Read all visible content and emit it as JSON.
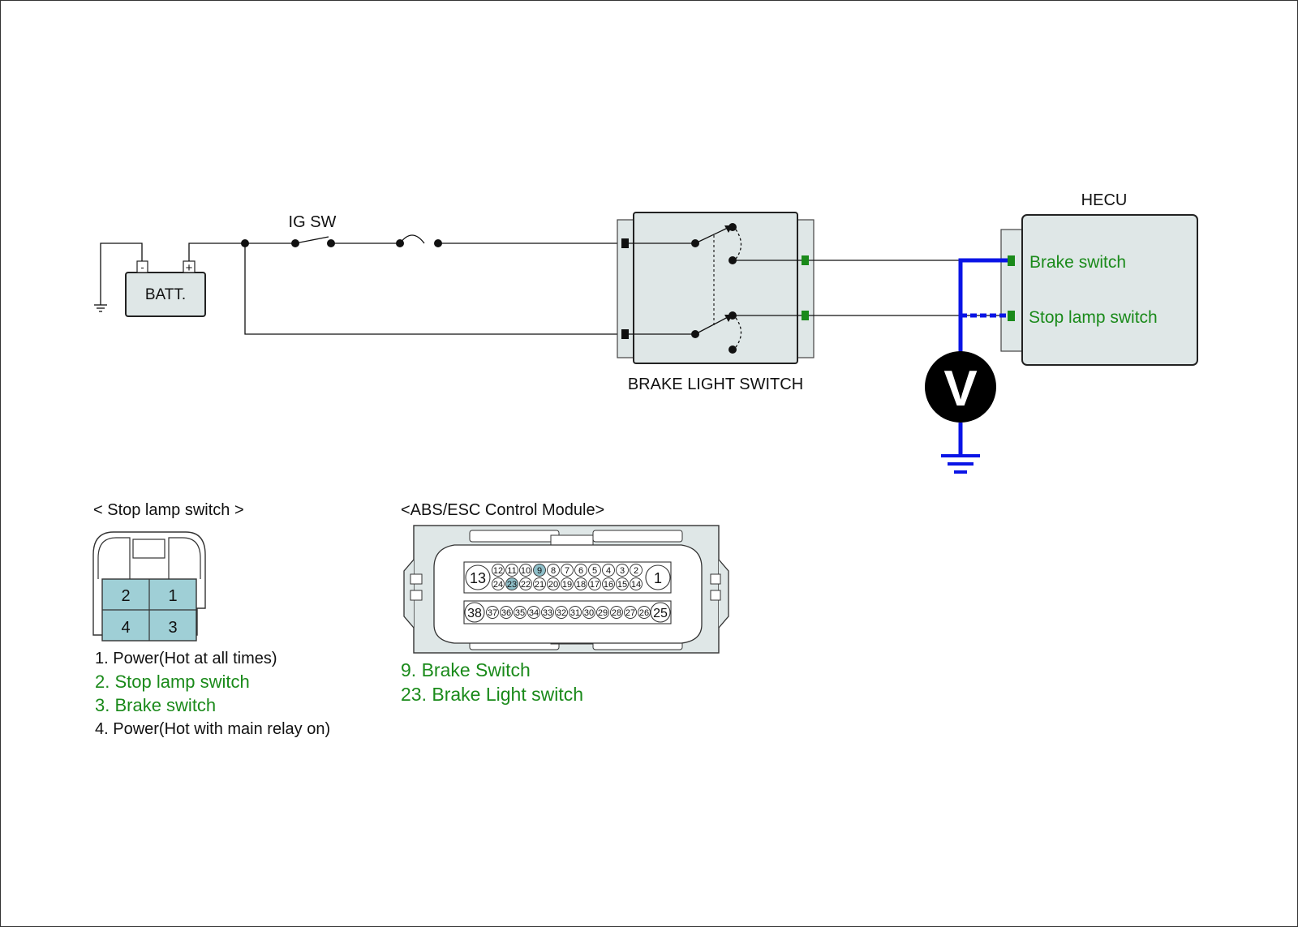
{
  "colors": {
    "accent_green": "#1a8a1a",
    "probe_blue": "#0a14e6",
    "connector_fill": "#9fcfd6",
    "highlight_pin": "#8fbfc9",
    "body_gray": "#dfe7e7"
  },
  "schematic": {
    "battery_label": "BATT.",
    "battery_neg": "-",
    "battery_pos": "+",
    "ig_sw_label": "IG SW",
    "switch_label": "BRAKE LIGHT SWITCH",
    "hecu_title": "HECU",
    "hecu_brake_switch": "Brake switch",
    "hecu_stop_lamp_switch": "Stop lamp switch",
    "voltmeter_symbol": "V"
  },
  "stop_lamp_connector": {
    "title": "< Stop lamp switch >",
    "pins": [
      "2",
      "1",
      "4",
      "3"
    ],
    "legend": [
      {
        "text": "1. Power(Hot at all times)",
        "color": "black"
      },
      {
        "text": "2. Stop lamp switch",
        "color": "green"
      },
      {
        "text": "3. Brake switch",
        "color": "green"
      },
      {
        "text": "4. Power(Hot with main relay on)",
        "color": "black"
      }
    ]
  },
  "abs_connector": {
    "title": "<ABS/ESC Control Module>",
    "big_left_top": "13",
    "big_right_top": "1",
    "big_left_bottom": "38",
    "big_right_bottom": "25",
    "row1": [
      "12",
      "11",
      "10",
      "9",
      "8",
      "7",
      "6",
      "5",
      "4",
      "3",
      "2"
    ],
    "row2": [
      "24",
      "23",
      "22",
      "21",
      "20",
      "19",
      "18",
      "17",
      "16",
      "15",
      "14"
    ],
    "row3": [
      "37",
      "36",
      "35",
      "34",
      "33",
      "32",
      "31",
      "30",
      "29",
      "28",
      "27",
      "26"
    ],
    "highlighted_pins": [
      "9",
      "23"
    ],
    "legend": [
      {
        "text": "9. Brake Switch",
        "color": "green"
      },
      {
        "text": "23. Brake Light switch",
        "color": "green"
      }
    ]
  }
}
